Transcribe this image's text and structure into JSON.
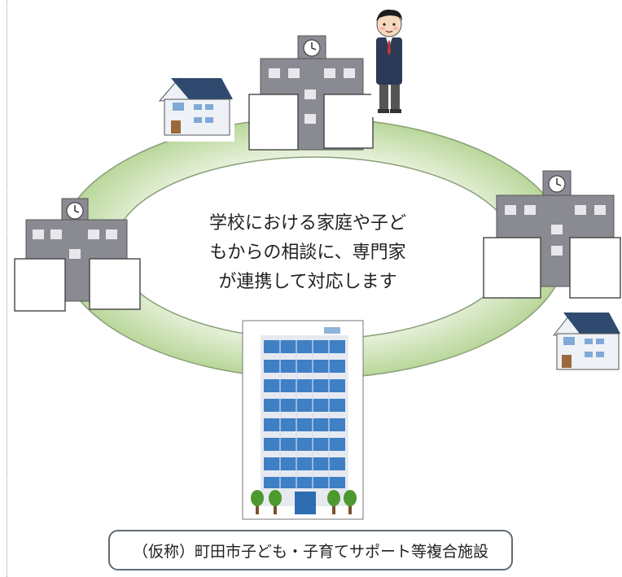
{
  "center_text": {
    "line1": "学校における家庭や子ど",
    "line2": "もからの相談に、専門家",
    "line3": "が連携して対応します"
  },
  "facility_caption": "（仮称）町田市子ども・子育てサポート等複合施設",
  "colors": {
    "ring_fill": "#cfe3b8",
    "school_wall": "#8a8a93",
    "tower_glass": "#3f7fc4",
    "house_roof": "#2f4a6e"
  }
}
